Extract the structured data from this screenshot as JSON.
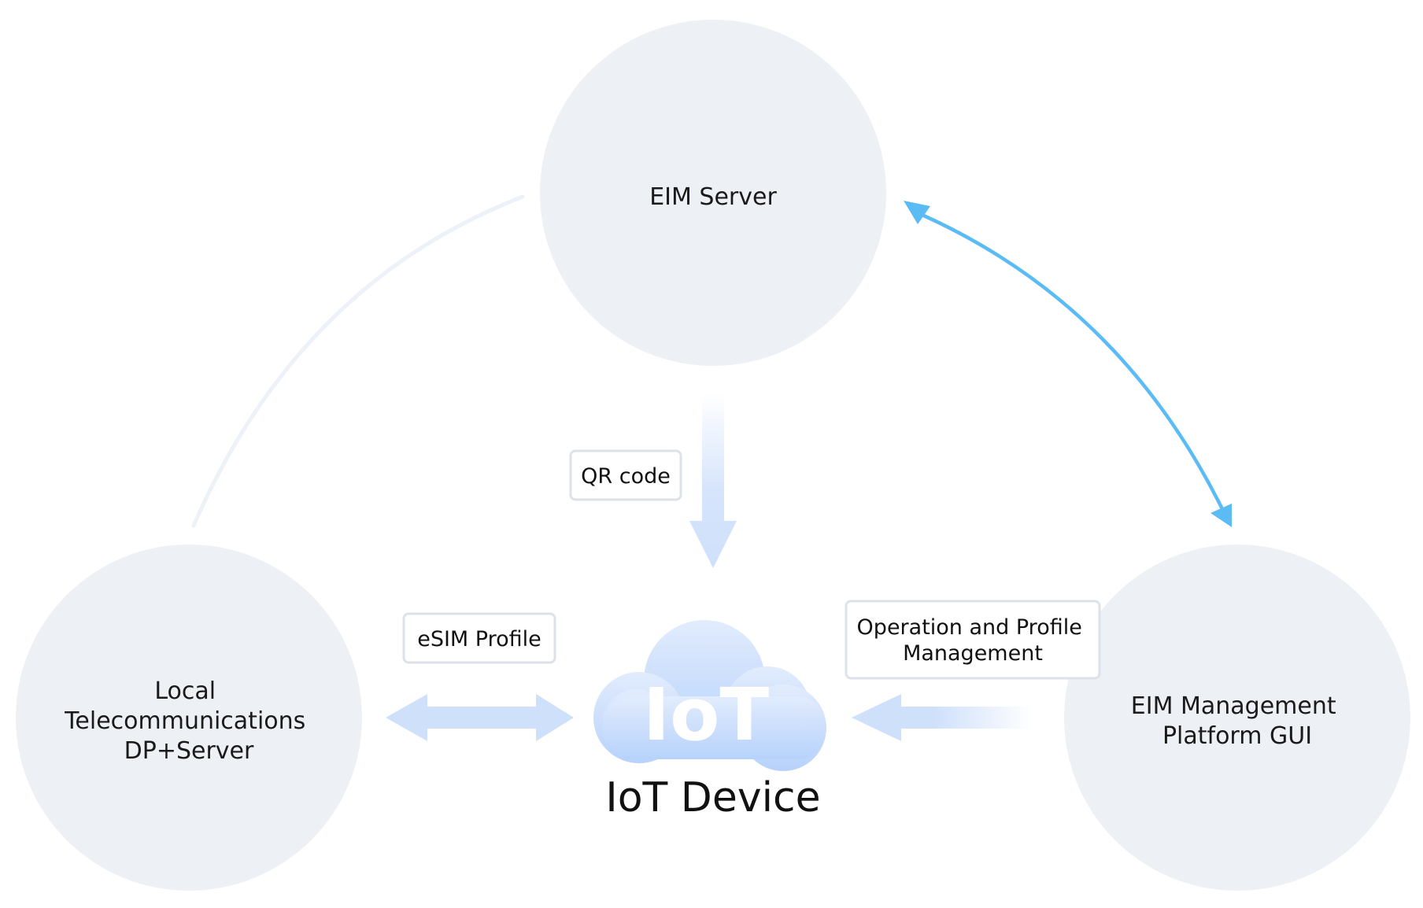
{
  "nodes": {
    "eim_server": {
      "lines": [
        "EIM Server"
      ]
    },
    "local_telecom": {
      "lines": [
        "Local",
        "Telecommunications",
        "DP+Server"
      ]
    },
    "eim_platform": {
      "lines": [
        "EIM Management",
        "Platform GUI"
      ]
    }
  },
  "tags": {
    "qr_code": {
      "lines": [
        "QR code"
      ]
    },
    "esim_profile": {
      "lines": [
        "eSIM Profile"
      ]
    },
    "operation": {
      "lines": [
        "Operation and Profile",
        "Management"
      ]
    }
  },
  "device": {
    "icon_text": "IoT",
    "label": "IoT Device",
    "icon": "cloud-icon"
  },
  "colors": {
    "node_fill": "#edf0f5",
    "arc_faint": "#edf1f8",
    "arrow_accent": "#5bbcf5",
    "arrow_soft": "#cfe0fb",
    "cloud_top": "#dde9fd",
    "cloud_bottom": "#b8d3fb",
    "tag_border": "#dde2ea"
  }
}
